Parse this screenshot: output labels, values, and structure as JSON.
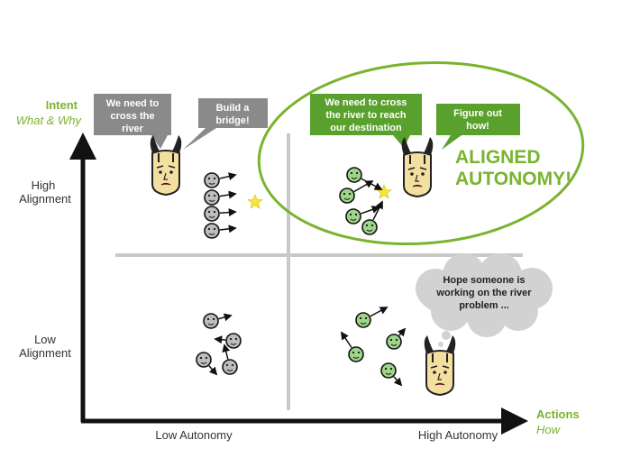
{
  "colors": {
    "green": "#7ab32e",
    "bubble_green": "#5aa02c",
    "bubble_gray": "#8a8a8a",
    "cloud": "#d2d2d2",
    "face_green": "#9ed58a",
    "face_gray": "#bdbdbd",
    "leader_skin": "#f3dfa0",
    "star": "#f6e43c",
    "divider": "#c9c9c9"
  },
  "y_axis": {
    "title": "Intent",
    "subtitle": "What & Why"
  },
  "x_axis": {
    "title": "Actions",
    "subtitle": "How"
  },
  "row_labels": [
    {
      "line1": "High",
      "line2": "Alignment"
    },
    {
      "line1": "Low",
      "line2": "Alignment"
    }
  ],
  "col_labels": [
    "Low Autonomy",
    "High Autonomy"
  ],
  "bubbles": {
    "top_left_1": [
      "We need to",
      "cross the",
      "river"
    ],
    "top_left_2": [
      "Build a",
      "bridge!"
    ],
    "top_right_1": [
      "We need to cross",
      "the river to reach",
      "our destination"
    ],
    "top_right_2": [
      "Figure out",
      "how!"
    ]
  },
  "cloud": [
    "Hope someone is",
    "working on the river",
    "problem ..."
  ],
  "callout": [
    "ALIGNED",
    "AUTONOMY!"
  ],
  "icons": [
    "leader-face-icon",
    "team-member-face-icon",
    "arrow-icon",
    "star-icon",
    "thought-cloud-icon"
  ]
}
